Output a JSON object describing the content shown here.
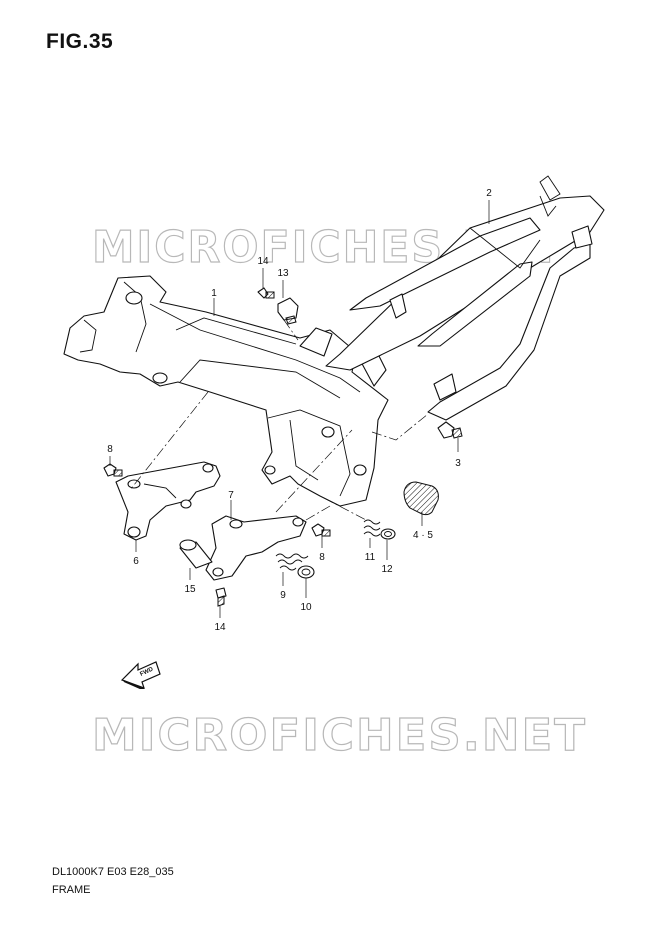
{
  "header": {
    "figure_title": "FIG.35"
  },
  "watermarks": [
    "MICROFICHES.NET",
    "MICROFICHES.NET"
  ],
  "fwd_label": "FWD",
  "callouts": {
    "c1": "1",
    "c2": "2",
    "c3": "3",
    "c45": "4 · 5",
    "c6": "6",
    "c7": "7",
    "c8a": "8",
    "c8b": "8",
    "c9": "9",
    "c10": "10",
    "c11": "11",
    "c12": "12",
    "c13": "13",
    "c14a": "14",
    "c14b": "14",
    "c15": "15"
  },
  "footer": {
    "code": "DL1000K7 E03 E28_035",
    "name": "FRAME"
  }
}
